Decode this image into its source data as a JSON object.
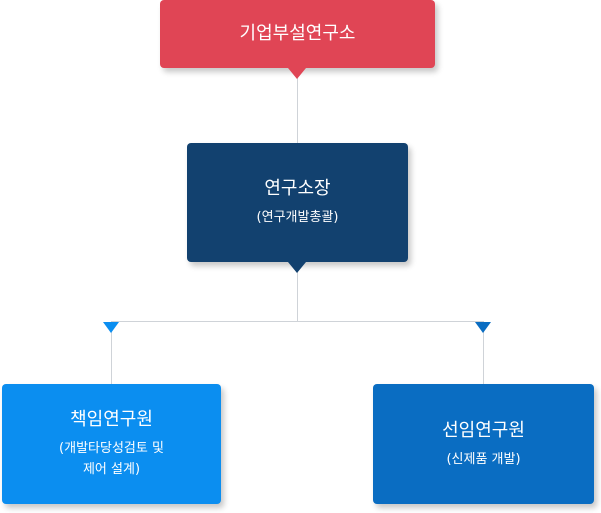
{
  "nodes": {
    "top": {
      "title": "기업부설연구소",
      "color": "#e04555"
    },
    "head": {
      "title": "연구소장",
      "sub": "(연구개발총괄)",
      "color": "#12416f"
    },
    "left": {
      "title": "책임연구원",
      "sub_line1": "(개발타당성검토 및",
      "sub_line2": "제어 설계)",
      "color": "#0b8ef0"
    },
    "right": {
      "title": "선임연구원",
      "sub": "(신제품 개발)",
      "color": "#0a6dc2"
    }
  },
  "connector_color": "#cfd3d8"
}
